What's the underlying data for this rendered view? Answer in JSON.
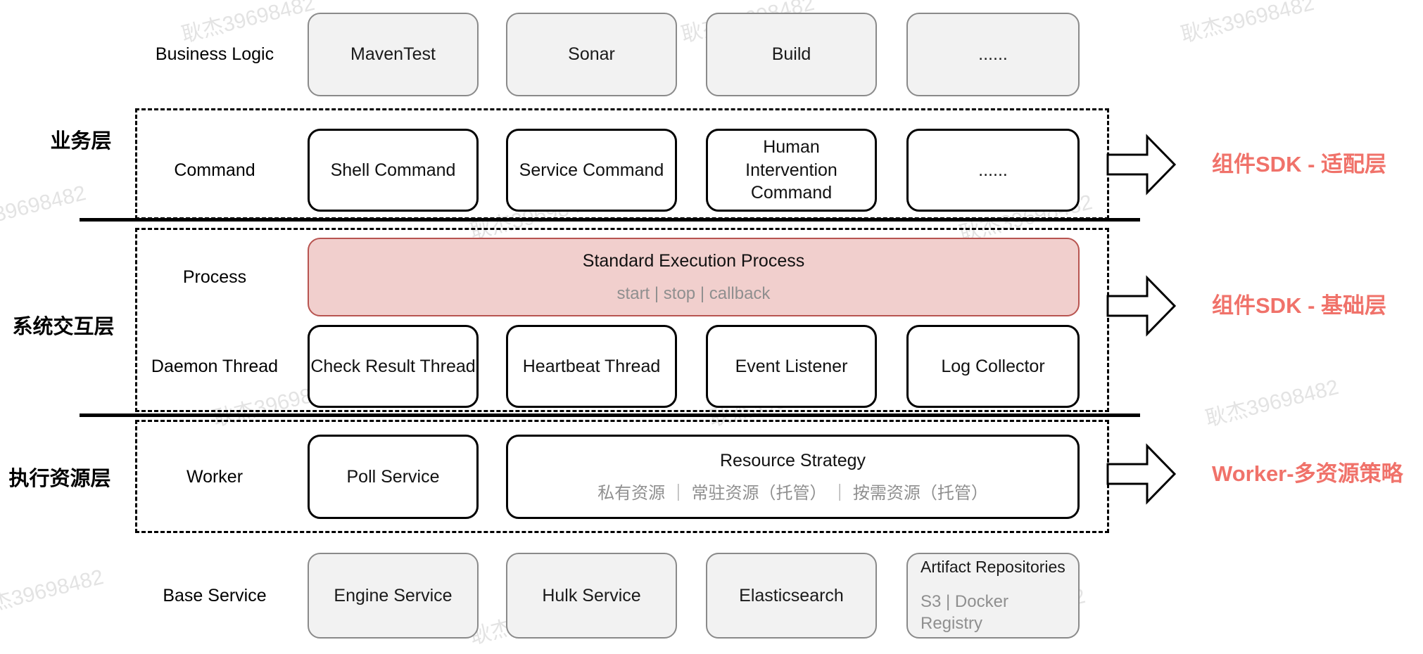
{
  "watermark": {
    "text": "耿杰39698482"
  },
  "colors": {
    "accent_red": "#f0726a",
    "pink_fill": "#f1cfcd",
    "pink_border": "#b85450",
    "gray_fill": "#f2f2f2",
    "muted_text": "#8f8f8f"
  },
  "layers": [
    {
      "label": "业务层"
    },
    {
      "label": "系统交互层"
    },
    {
      "label": "执行资源层"
    }
  ],
  "rows": {
    "business": {
      "label": "Business Logic",
      "items": [
        "MavenTest",
        "Sonar",
        "Build",
        "......"
      ]
    },
    "command": {
      "label": "Command",
      "items": [
        "Shell Command",
        "Service Command",
        "Human Intervention Command",
        "......"
      ]
    },
    "process": {
      "label": "Process",
      "box": {
        "title": "Standard Execution Process",
        "subtitle": "start | stop | callback"
      }
    },
    "daemon": {
      "label": "Daemon Thread",
      "items": [
        "Check Result Thread",
        "Heartbeat Thread",
        "Event Listener",
        "Log Collector"
      ]
    },
    "worker": {
      "label": "Worker",
      "poll": "Poll Service",
      "strategy": {
        "title": "Resource Strategy",
        "subtitle": "私有资源 ｜ 常驻资源（托管） ｜ 按需资源（托管）"
      }
    },
    "base": {
      "label": "Base Service",
      "items": [
        "Engine Service",
        "Hulk Service",
        "Elasticsearch"
      ],
      "artifact": {
        "title": "Artifact Repositories",
        "subtitle": "S3 | Docker Registry"
      }
    }
  },
  "annotations": [
    {
      "label": "组件SDK - 适配层"
    },
    {
      "label": "组件SDK - 基础层"
    },
    {
      "label": "Worker-多资源策略"
    }
  ]
}
